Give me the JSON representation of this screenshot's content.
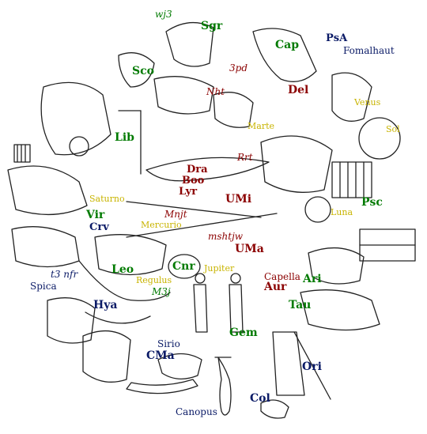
{
  "colors": {
    "zodiac": "#007a00",
    "dark_red": "#8b0000",
    "navy": "#0a1a66",
    "yellow": "#c8b400",
    "ink": "#222222"
  },
  "labels": {
    "sgr": "Sgr",
    "cap": "Cap",
    "psa": "PsA",
    "fomalhaut": "Fomalhaut",
    "wjs": "wj3",
    "spd": "3pd",
    "sco": "Sco",
    "nht": "Nht",
    "del": "Del",
    "venus": "Venus",
    "marte": "Marte",
    "sol": "Sol",
    "lib": "Lib",
    "rrt": "Rrt",
    "dra": "Dra",
    "boo": "Boo",
    "lyr": "Lyr",
    "saturno": "Saturno",
    "umi": "UMi",
    "luna": "Luna",
    "psc": "Psc",
    "vir": "Vir",
    "crv": "Crv",
    "mnjt": "Mnjt",
    "mercurio": "Mercurio",
    "mshtjw": "mshtjw",
    "uma": "UMa",
    "t3nfr": "t3 nfr",
    "spica": "Spica",
    "leo": "Leo",
    "cnr": "Cnr",
    "jupiter": "Jupiter",
    "capella": "Capella",
    "aur": "Aur",
    "ari": "Ari",
    "regulus": "Regulus",
    "m3j": "M3j",
    "hya": "Hya",
    "tau": "Tau",
    "gem": "Gem",
    "sirio": "Sirio",
    "cma": "CMa",
    "ori": "Ori",
    "col": "Col",
    "canopus": "Canopus"
  }
}
